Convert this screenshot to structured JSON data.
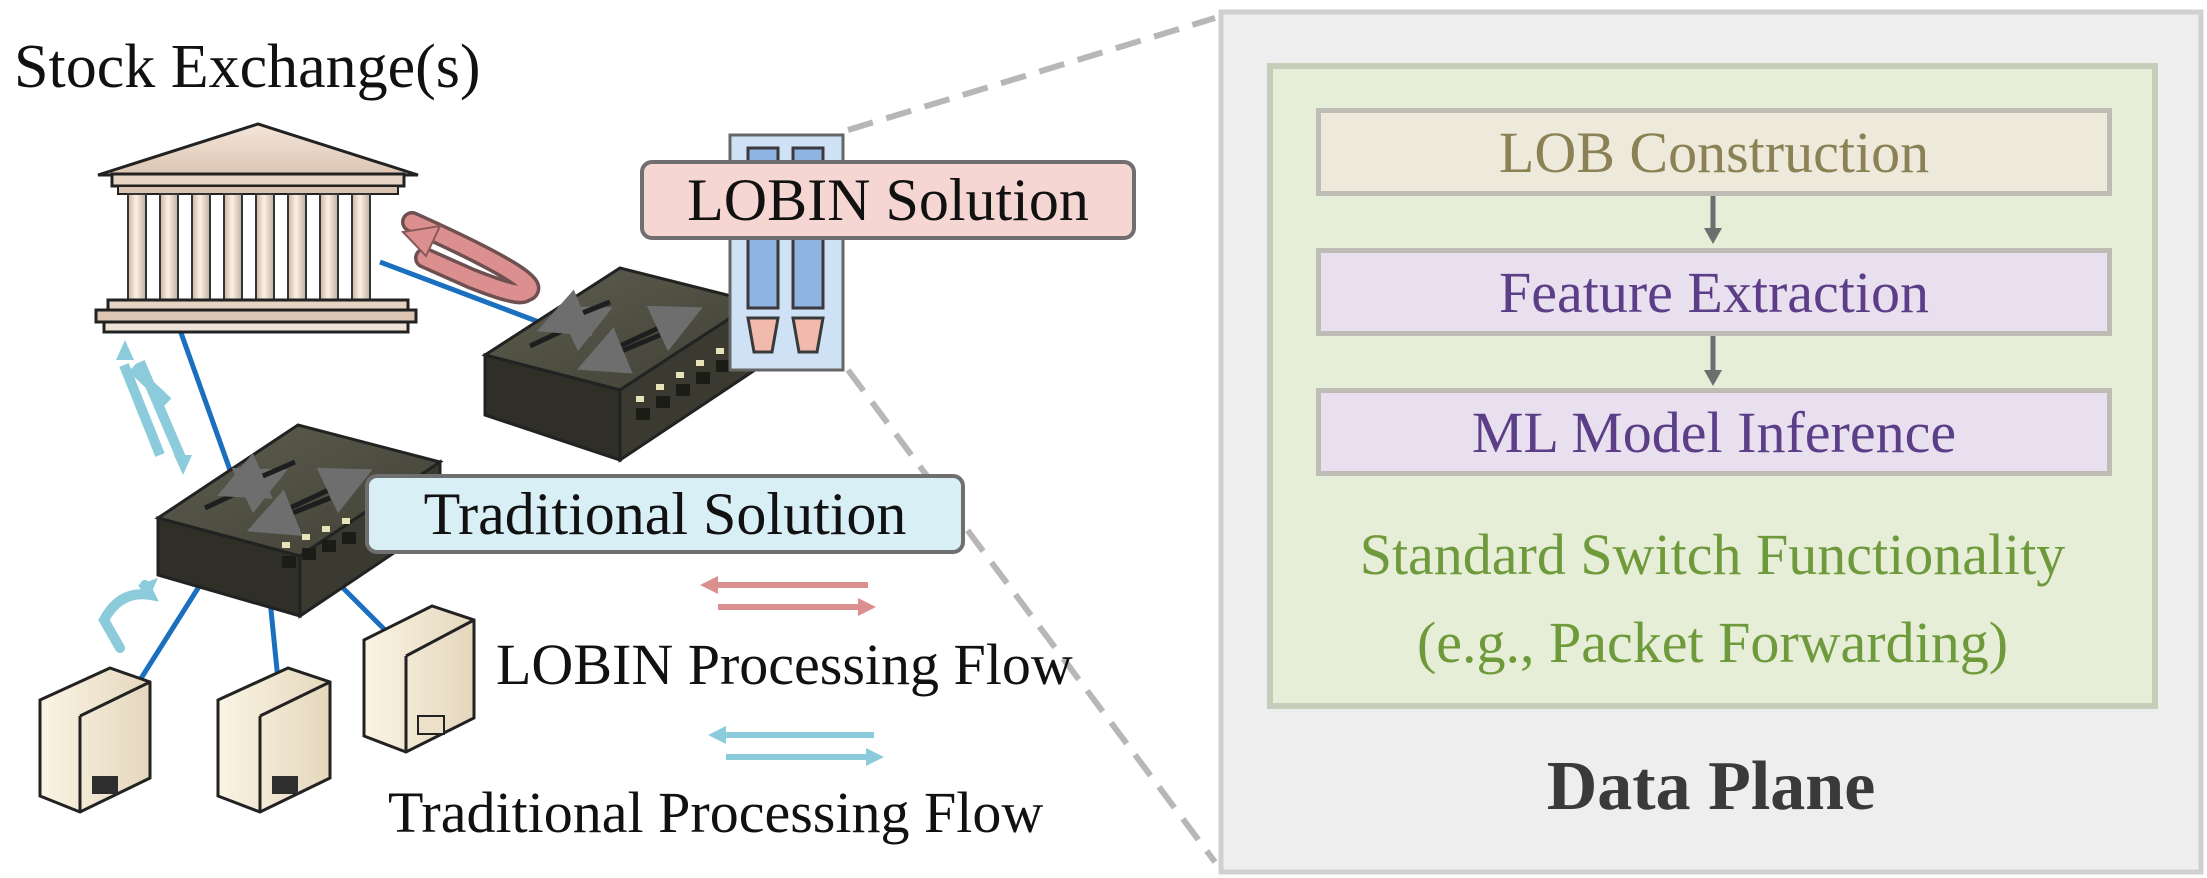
{
  "left": {
    "exchange_label": "Stock Exchange(s)",
    "lobin_solution_label": "LOBIN Solution",
    "traditional_solution_label": "Traditional Solution",
    "legend": {
      "lobin_flow_label": "LOBIN Processing Flow",
      "traditional_flow_label": "Traditional Processing Flow"
    }
  },
  "data_plane": {
    "title": "Data Plane",
    "stages": [
      "LOB Construction",
      "Feature Extraction",
      "ML Model Inference"
    ],
    "base_lines": [
      "Standard Switch Functionality",
      "(e.g., Packet Forwarding)"
    ]
  },
  "colors": {
    "lobin_flow": "#dc8f8f",
    "traditional_flow": "#8ccbdb",
    "link": "#1a6fbf",
    "lob_text": "#8a8254",
    "stage_text": "#5b3e87",
    "base_text": "#6f9a3c",
    "lobin_label_fill": "#f6d6d3",
    "traditional_label_fill": "#d9eff6"
  }
}
